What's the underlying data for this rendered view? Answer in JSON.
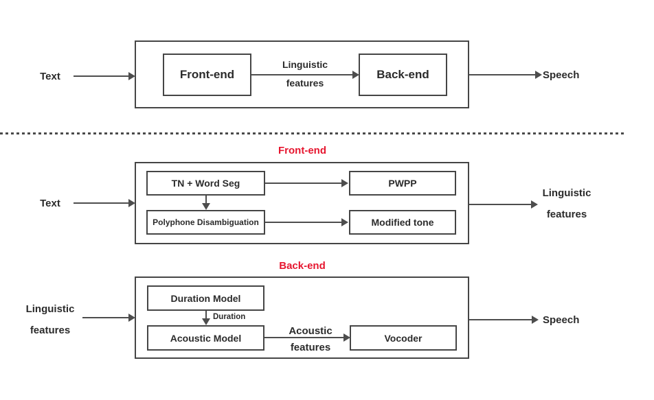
{
  "colors": {
    "accent_red": "#e6152e",
    "stroke_gray": "#454545",
    "text_dark": "#2b2b2b",
    "background": "#ffffff"
  },
  "overview": {
    "input_label": "Text",
    "frontend_box": "Front-end",
    "connector_line1": "Linguistic",
    "connector_line2": "features",
    "backend_box": "Back-end",
    "output_label": "Speech"
  },
  "frontend_detail": {
    "title": "Front-end",
    "input_label": "Text",
    "tn_word_seg_box": "TN + Word Seg",
    "pwpp_box": "PWPP",
    "polyphone_box": "Polyphone Disambiguation",
    "modified_tone_box": "Modified tone",
    "output_line1": "Linguistic",
    "output_line2": "features"
  },
  "backend_detail": {
    "title": "Back-end",
    "input_line1": "Linguistic",
    "input_line2": "features",
    "duration_model_box": "Duration Model",
    "duration_arrow_label": "Duration",
    "acoustic_model_box": "Acoustic Model",
    "acoustic_line1": "Acoustic",
    "acoustic_line2": "features",
    "vocoder_box": "Vocoder",
    "output_label": "Speech"
  }
}
